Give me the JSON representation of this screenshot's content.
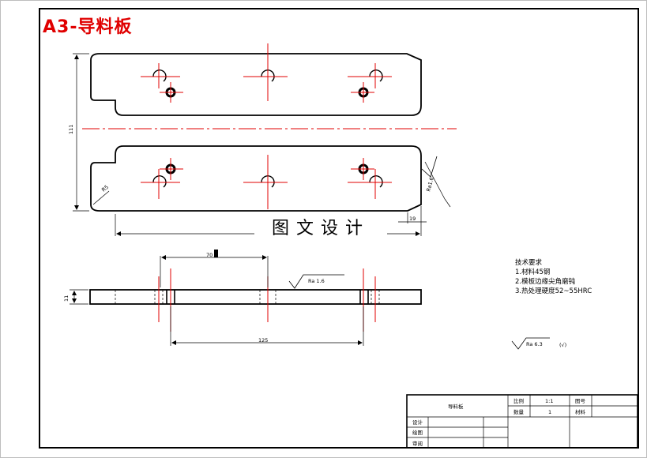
{
  "title": "A3-导料板",
  "watermark": "图文设计",
  "dimensions": {
    "height_left": "111",
    "radius_left": "R5",
    "chamfer_right": "19",
    "side_height": "11",
    "top_70": "70",
    "bottom_125": "125"
  },
  "surface_finish": {
    "top_view_right": "Ra1.6",
    "side_view": "Ra 1.6",
    "general": "Ra 6.3",
    "general_suffix": "(√)"
  },
  "technical_notes": {
    "heading": "技术要求",
    "items": [
      "1.材料45钢",
      "2.模板边缘尖角磨钝",
      "3.热处理硬度52~55HRC"
    ]
  },
  "title_block": {
    "part_name": "导料板",
    "scale_label": "比例",
    "scale_value": "1:1",
    "drawing_no_label": "图号",
    "qty_label": "数量",
    "qty_value": "1",
    "material_label": "材料",
    "design_label": "设计",
    "draw_label": "绘图",
    "review_label": "审阅"
  },
  "colors": {
    "centerline": "#e00000",
    "outline": "#000000",
    "title": "#e00000"
  }
}
